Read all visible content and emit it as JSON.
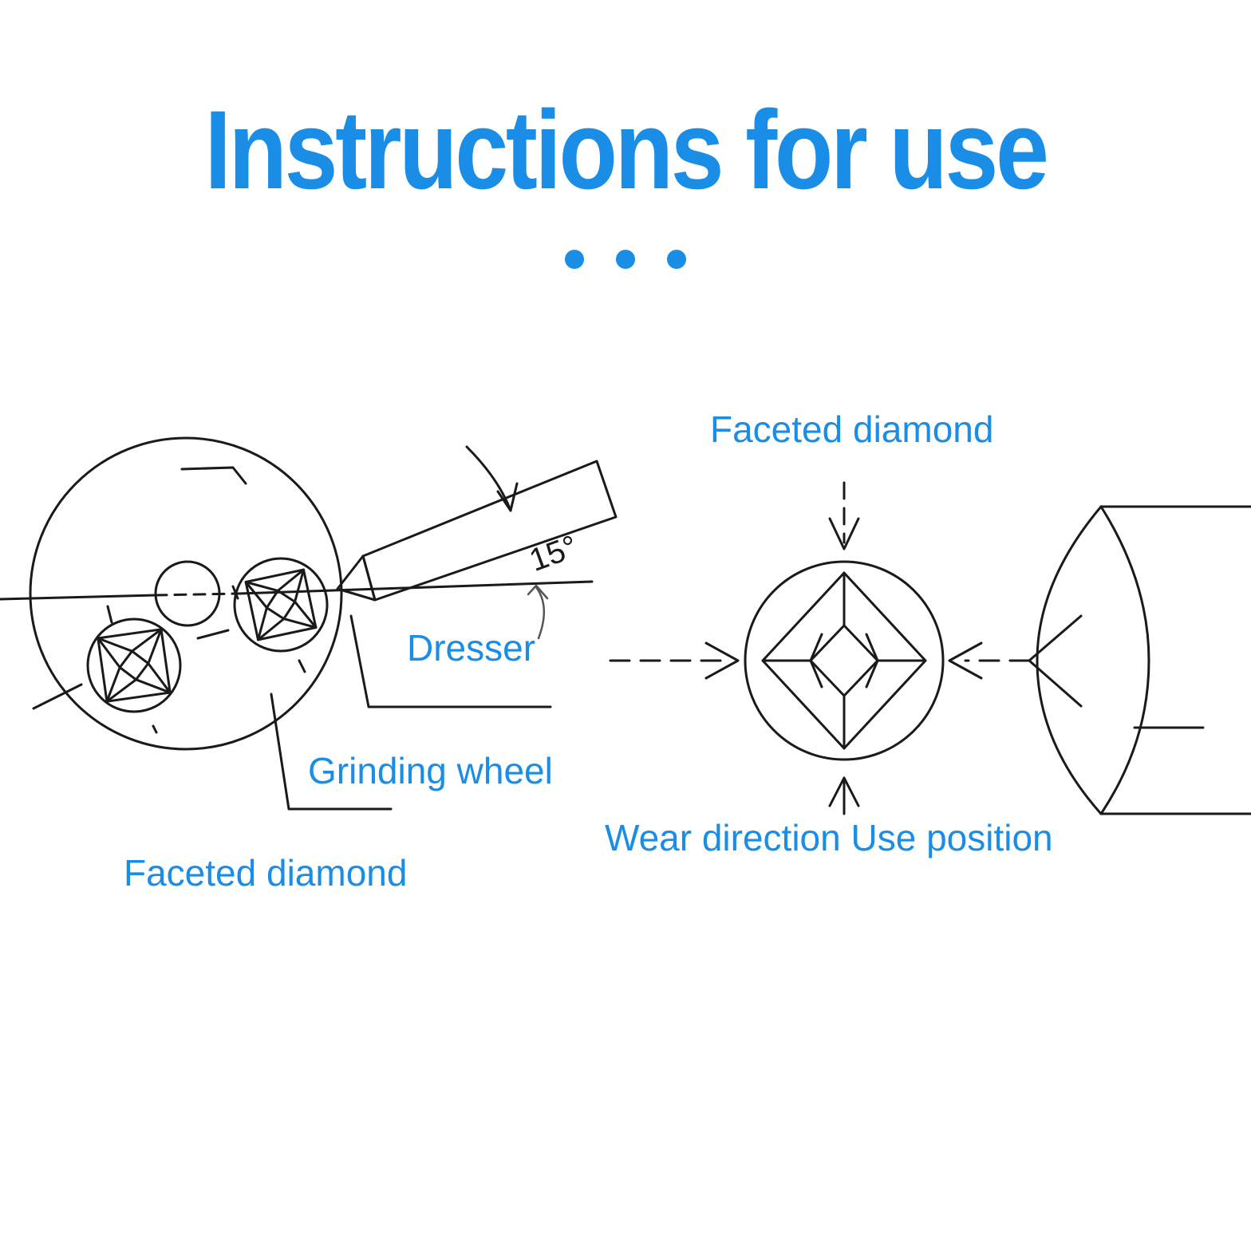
{
  "title": "Instructions for use",
  "accent_color": "#1a8de6",
  "line_color": "#1a1a1a",
  "labels": {
    "dresser": "Dresser",
    "grinding_wheel": "Grinding wheel",
    "faceted_diamond_left": "Faceted diamond",
    "faceted_diamond_top": "Faceted diamond",
    "wear_direction": "Wear direction Use position",
    "angle": "15°"
  }
}
